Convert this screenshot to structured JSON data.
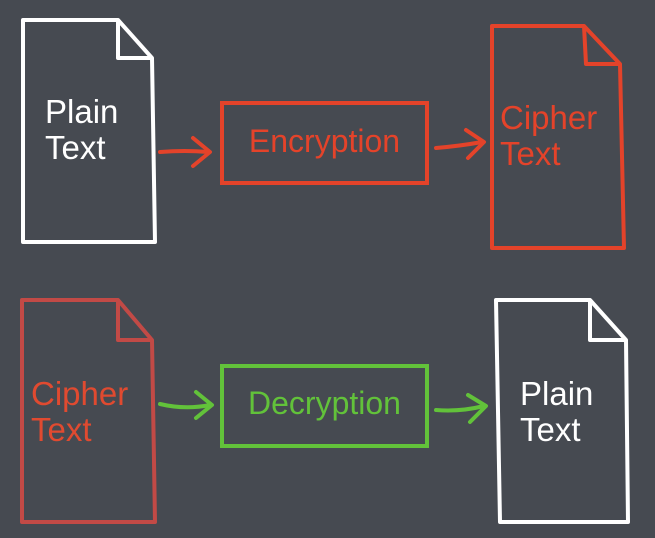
{
  "rows": [
    {
      "name": "encryption-row",
      "input": {
        "lines": [
          "Plain",
          "Text"
        ],
        "color": "#ffffff"
      },
      "process": {
        "label": "Encryption",
        "color": "#e4432a"
      },
      "output": {
        "lines": [
          "Cipher",
          "Text"
        ],
        "color": "#e4432a"
      },
      "arrow_color": "#e4432a"
    },
    {
      "name": "decryption-row",
      "input": {
        "lines": [
          "Cipher",
          "Text"
        ],
        "color": "#e04a30",
        "border_color": "#c24a46"
      },
      "process": {
        "label": "Decryption",
        "color": "#62c23a"
      },
      "output": {
        "lines": [
          "Plain",
          "Text"
        ],
        "color": "#ffffff"
      },
      "arrow_color": "#62c23a"
    }
  ],
  "background": "#464a51"
}
